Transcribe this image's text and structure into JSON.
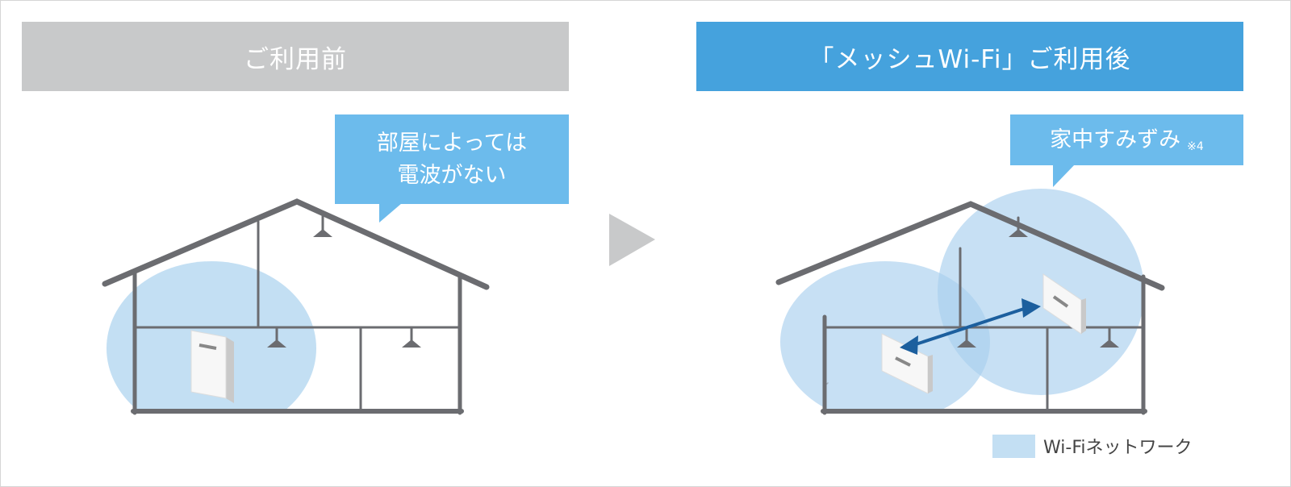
{
  "before": {
    "title": "ご利用前",
    "callout_line1": "部屋によっては",
    "callout_line2": "電波がない"
  },
  "after": {
    "title": "「メッシュWi-Fi」ご利用後",
    "callout": "家中すみずみ",
    "footnote": "※4"
  },
  "legend": {
    "label": "Wi-Fiネットワーク",
    "color": "#c3dff3"
  },
  "colors": {
    "before_header": "#c8c9ca",
    "after_header": "#45a2dd",
    "callout": "#6cbbec",
    "house_line": "#6b6c70",
    "arrow": "#1c5f9e"
  }
}
